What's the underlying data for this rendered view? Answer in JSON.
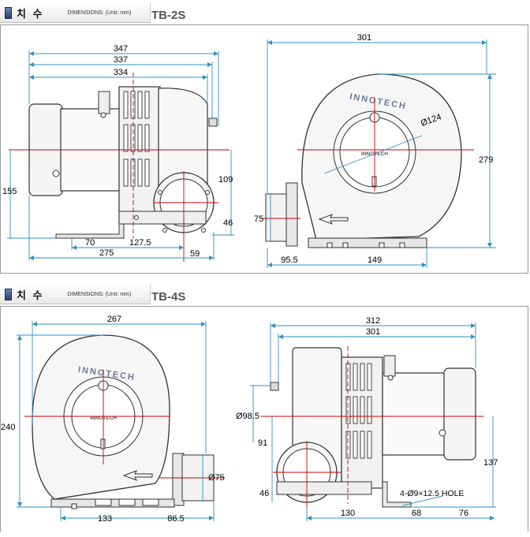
{
  "sections": [
    {
      "heading_kr": "치 수",
      "heading_note": "DIMENSIONS: (Unit: mm)",
      "model": "TB-2S"
    },
    {
      "heading_kr": "치 수",
      "heading_note": "DIMENSIONS: (Unit: mm)",
      "model": "TB-4S"
    }
  ],
  "brand": "INNOTECH",
  "tb2s": {
    "side": {
      "d347": "347",
      "d337": "337",
      "d334": "334",
      "d155": "155",
      "d109": "109",
      "d46": "46",
      "d70": "70",
      "d1275": "127.5",
      "d275": "275",
      "d59": "59"
    },
    "front": {
      "d301": "301",
      "d279": "279",
      "phi124": "Ø124",
      "d75": "75",
      "d955": "95.5",
      "d149": "149"
    }
  },
  "tb4s": {
    "front": {
      "d267": "267",
      "d240": "240",
      "phi75": "Ø75",
      "d133": "133",
      "d865": "86.5"
    },
    "side": {
      "d312": "312",
      "d301": "301",
      "phi985": "Ø98.5",
      "d91": "91",
      "d46": "46",
      "d137": "137",
      "hole": "4-Ø9×12.5 HOLE",
      "d130": "130",
      "d68": "68",
      "d76": "76"
    }
  }
}
